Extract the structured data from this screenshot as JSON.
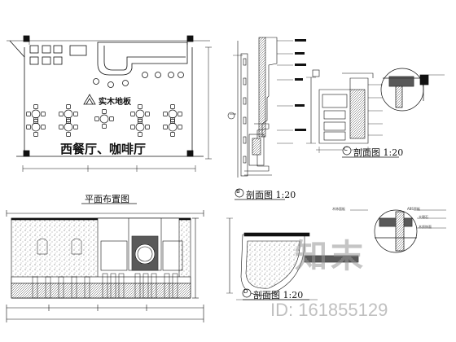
{
  "plan": {
    "logo_text": "实木地板",
    "room_name": "西餐厅、咖啡厅",
    "caption": "平面布置图"
  },
  "sections": {
    "b_caption": "剖面图 1:20",
    "c_caption": "剖面图 1:20",
    "d_caption": "剖面图 1:20",
    "b_marker": "B",
    "c_marker": "C",
    "d_marker": "D"
  },
  "detail_labels": [
    "ABS面板",
    "大理石",
    "木质饰面",
    "木饰面板"
  ],
  "watermark": {
    "brand": "知末",
    "id_text": "ID: 161855129"
  },
  "colors": {
    "line": "#111111",
    "watermark": "#999999"
  }
}
